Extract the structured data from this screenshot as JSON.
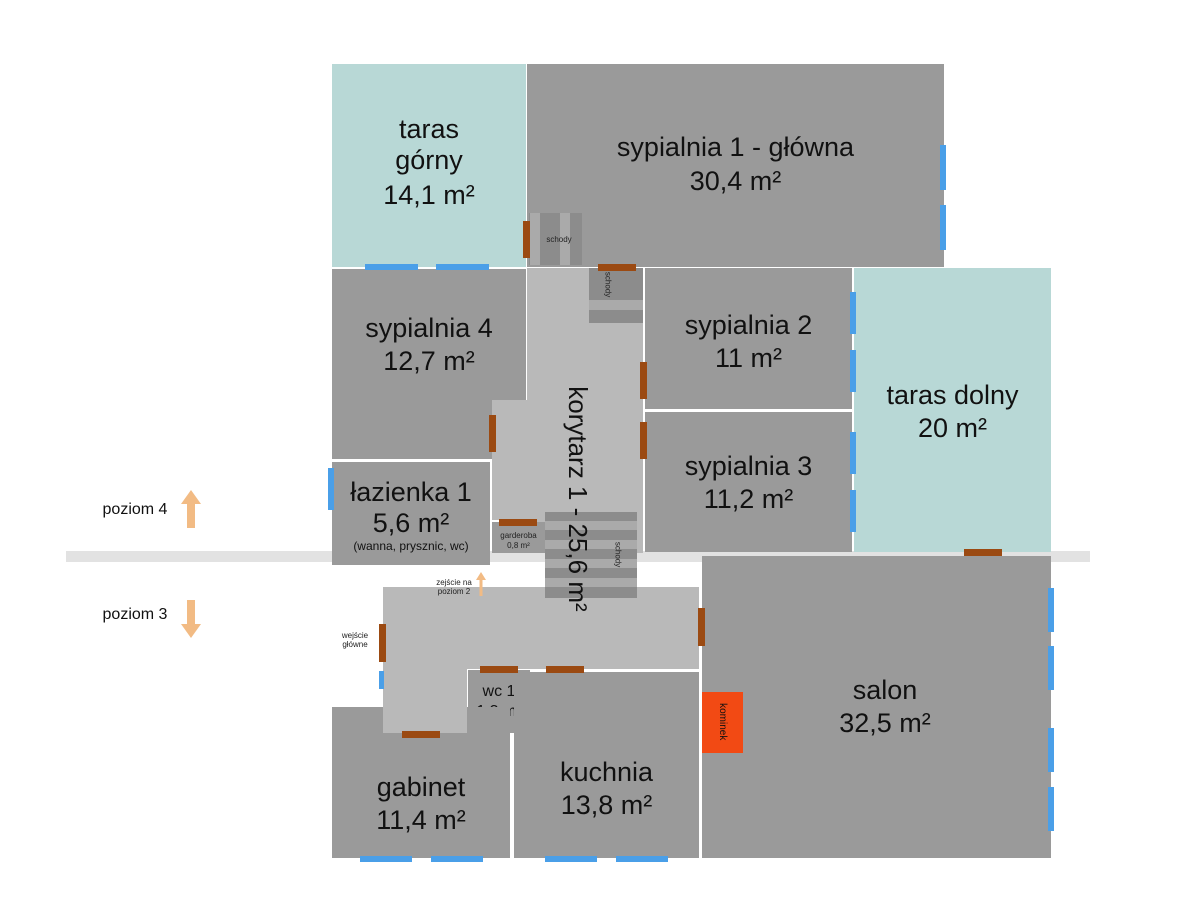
{
  "rooms": {
    "taras_gorny": {
      "name": "taras\ngórny",
      "area": "14,1 m²"
    },
    "sypialnia1": {
      "name": "sypialnia 1 - główna",
      "area": "30,4 m²"
    },
    "sypialnia4": {
      "name": "sypialnia 4",
      "area": "12,7 m²"
    },
    "sypialnia2": {
      "name": "sypialnia 2",
      "area": "11 m²"
    },
    "sypialnia3": {
      "name": "sypialnia 3",
      "area": "11,2 m²"
    },
    "taras_dolny": {
      "name": "taras dolny",
      "area": "20 m²"
    },
    "lazienka1": {
      "name": "łazienka 1",
      "area": "5,6 m²",
      "note": "(wanna, prysznic, wc)"
    },
    "garderoba": {
      "name": "garderoba",
      "area": "0,8 m²"
    },
    "korytarz": {
      "label": "korytarz 1 - 25,6 m²"
    },
    "wc1": {
      "name": "wc 1",
      "area": "1,3 m²"
    },
    "gabinet": {
      "name": "gabinet",
      "area": "11,4 m²"
    },
    "kuchnia": {
      "name": "kuchnia",
      "area": "13,8 m²"
    },
    "salon": {
      "name": "salon",
      "area": "32,5 m²"
    }
  },
  "labels": {
    "schody": "schody",
    "kominek": "kominek",
    "wejscie": "wejście\ngłówne",
    "zejscie": "zejście na\npoziom 2",
    "poziom4": "poziom 4",
    "poziom3": "poziom 3"
  },
  "colors": {
    "room": "#9a9a9a",
    "corridor": "#b9b9b9",
    "terrace": "#b8d8d6",
    "window": "#4a9fe8",
    "door": "#9b4a12",
    "fireplace": "#f24a14",
    "arrow": "#f2bb84"
  }
}
